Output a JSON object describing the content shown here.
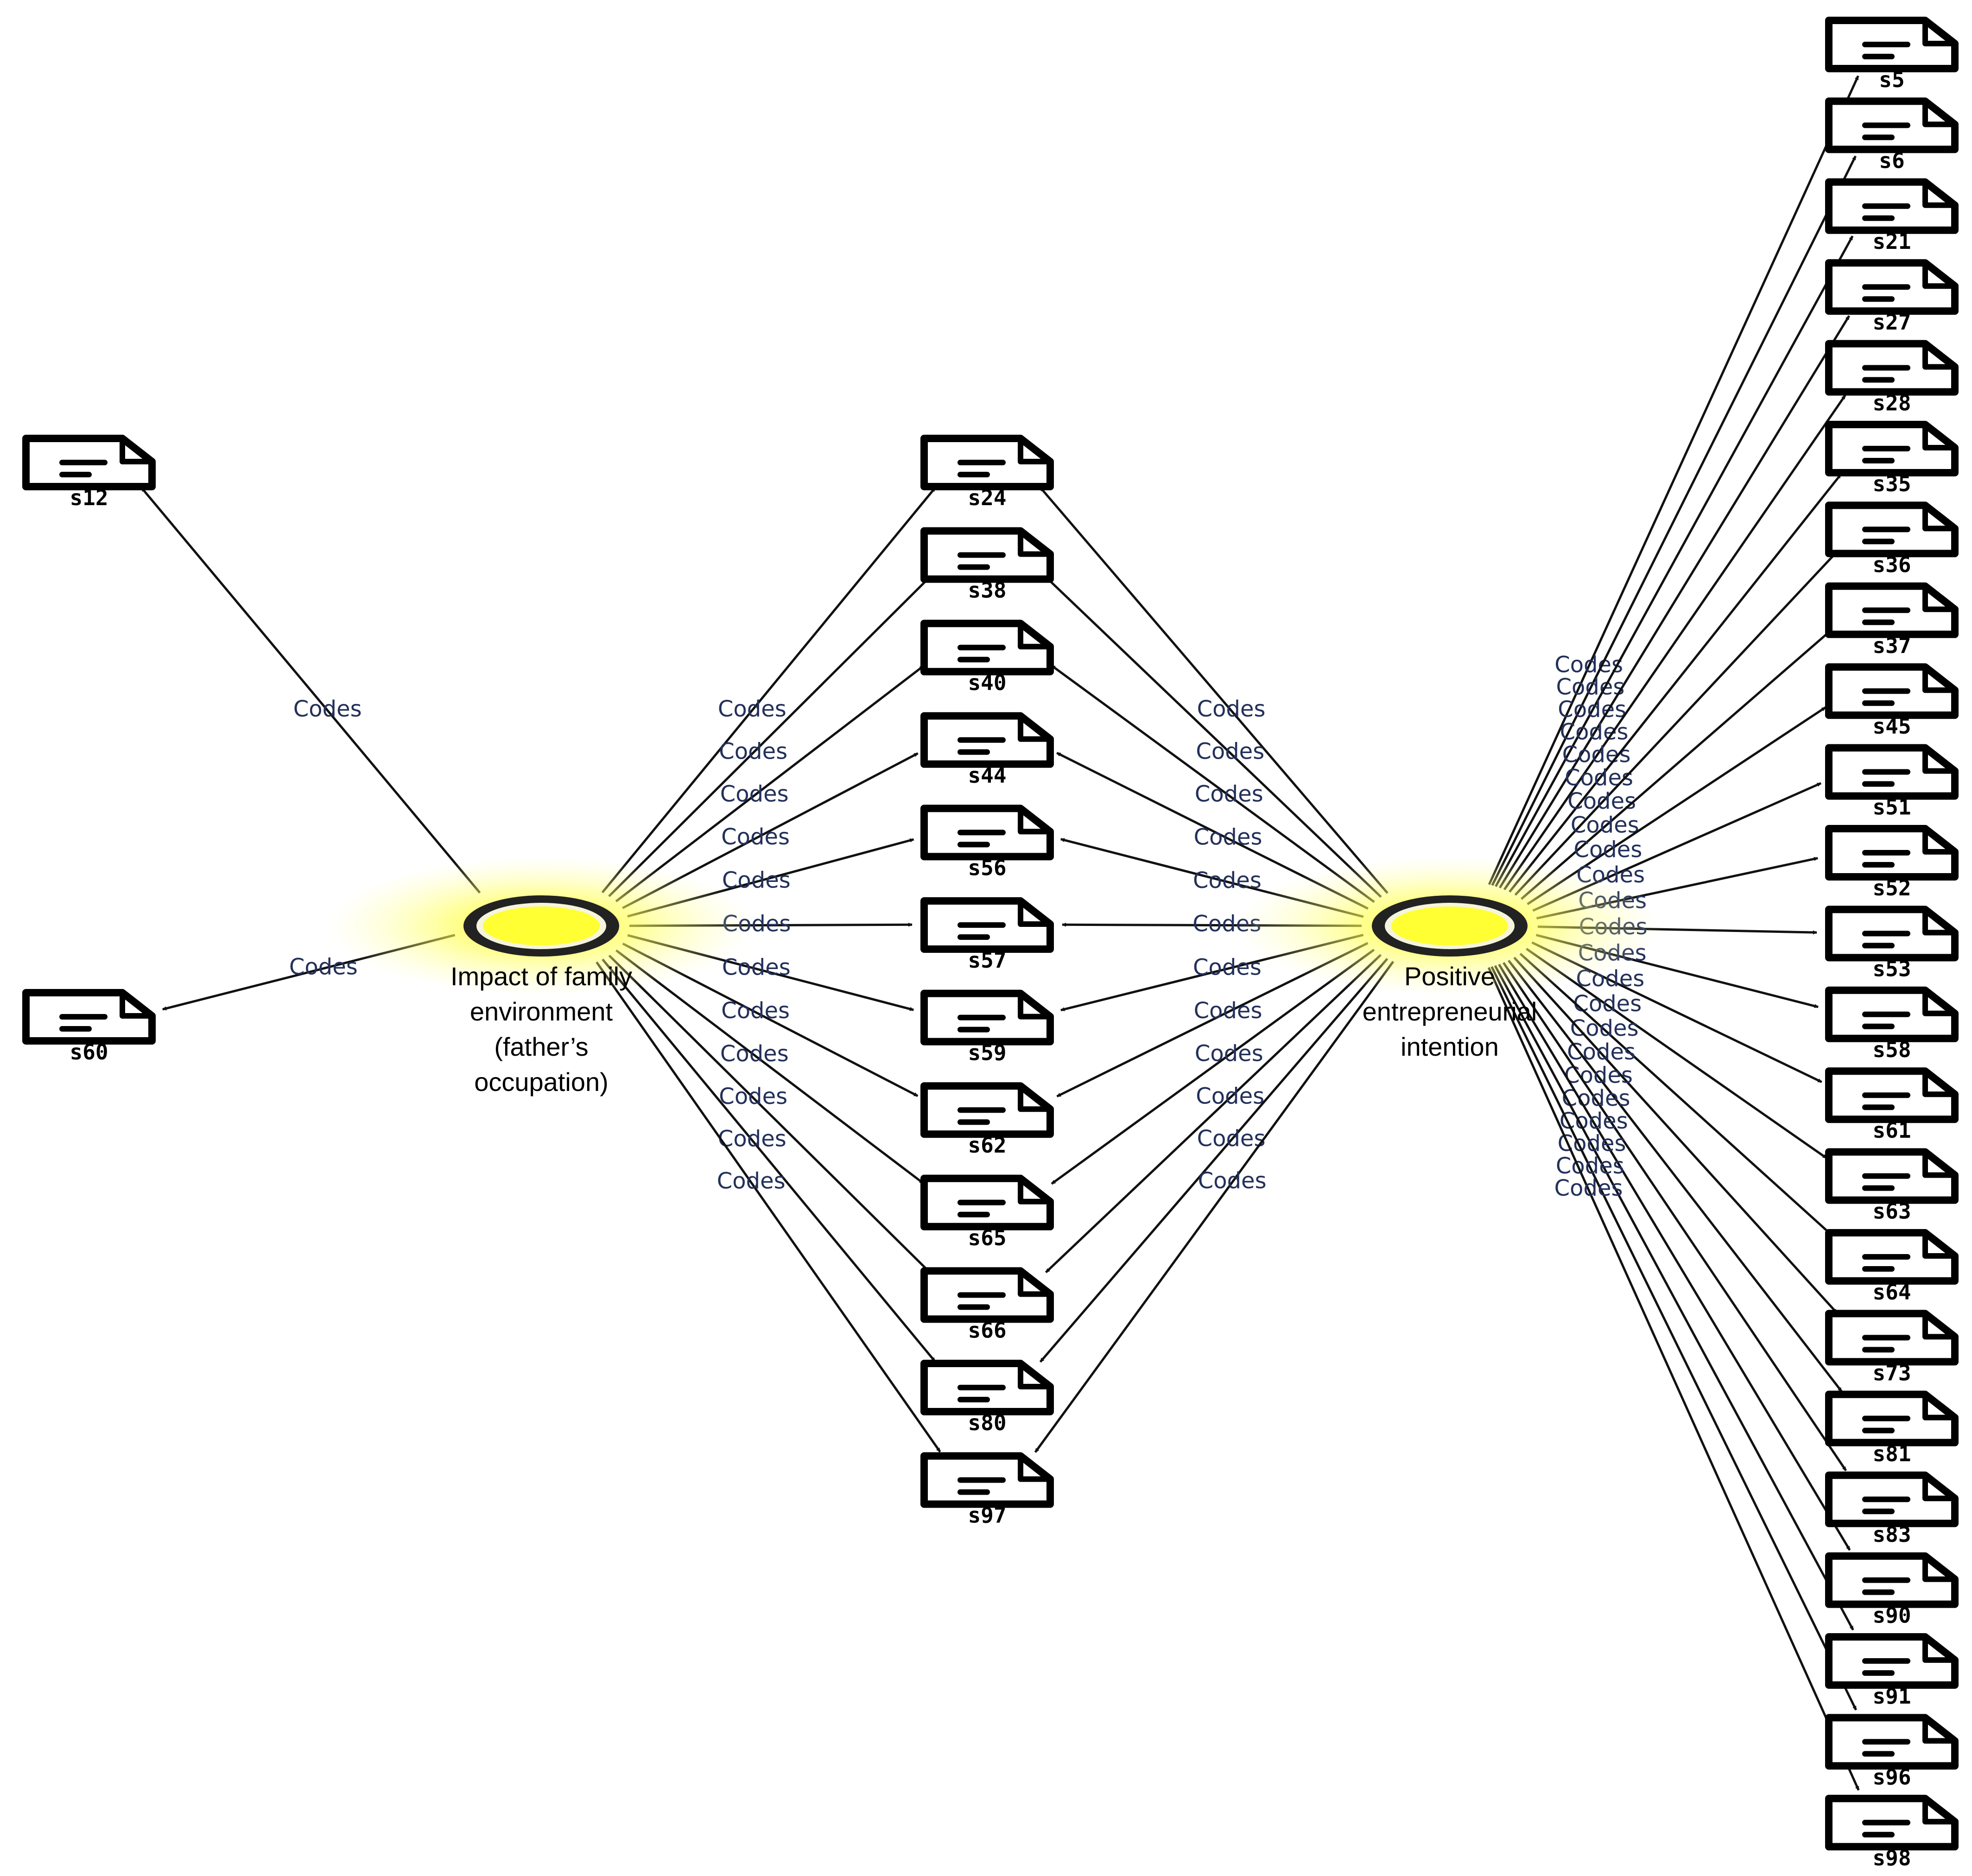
{
  "edge_label": "Codes",
  "colors": {
    "glow": "#ffff00",
    "ring": "#222222",
    "core": "#ffff33",
    "link": "#111111",
    "edge_text": "#23305a"
  },
  "codes": {
    "family": {
      "label_lines": [
        "Impact of family",
        "environment",
        "(father’s",
        "occupation)"
      ]
    },
    "intention": {
      "label_lines": [
        "Positive",
        "entrepreneurial",
        "intention"
      ]
    }
  },
  "documents": {
    "family_only": [
      "s12",
      "s60"
    ],
    "shared": [
      "s24",
      "s38",
      "s40",
      "s44",
      "s56",
      "s57",
      "s59",
      "s62",
      "s65",
      "s66",
      "s80",
      "s97"
    ],
    "intention_only": [
      "s5",
      "s6",
      "s21",
      "s27",
      "s28",
      "s35",
      "s36",
      "s37",
      "s45",
      "s51",
      "s52",
      "s53",
      "s58",
      "s61",
      "s63",
      "s64",
      "s73",
      "s81",
      "s83",
      "s90",
      "s91",
      "s96",
      "s98"
    ]
  },
  "icons": {
    "document": "document-icon",
    "code": "code-node-icon"
  }
}
